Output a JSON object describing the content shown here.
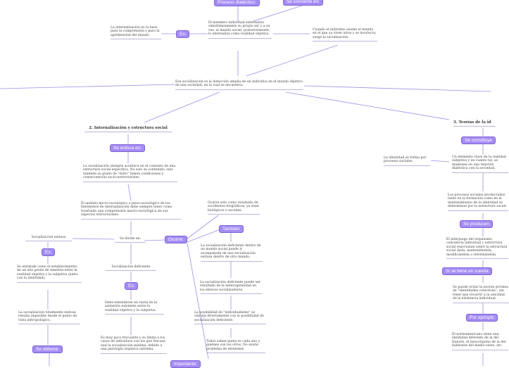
{
  "center": "Esa socialización es la inducción amplia de un individuo en el mundo objetivo de una sociedad, en la cual se encuentra:",
  "top": {
    "proceso_pill": "Proceso dialéctico:",
    "convierte_pill": "Se convierte en:",
    "es_pill": "Es:",
    "internalizacion": "La internalización es la base para la comprensión y para la aprehensión del mundo.",
    "miembro": "El miembro individual externaliza simultáneamente su propio ser y a su vez, al mundo social, posteriormente, lo internaliza como realidad objetiva.",
    "cuando": "Cuando el individuo asume el mundo en el que ya viven otros y se involucra, surge la socialización."
  },
  "section2": {
    "heading": "2. Internalización y estructura social",
    "enfoca_pill": "Se enfoca en:",
    "siempre": "La socialización siempre acontece en el contexto de una estructura social específica. No solo su contenido, sino también su grado de \"éxito\" tienen condiciones y consecuencias socio-estructurales.",
    "analisis": "El análisis micro-sociológico o psico-sociológico de los fenómenos de internalización debe siempre tener como trasfondo una comprensión macro-sociológica de sus aspectos estructurales.",
    "divide": "Se divide en:",
    "exitosa_label": "Socialización exitosa",
    "exitosa_es_pill": "Es:",
    "exitosa_def": "Se entiende como el establecimiento de un alto grado de simetría entre la realidad objetiva y la subjetiva (junto con la identidad).",
    "totalmente": "La socialización totalmente exitosa resulta imposible desde el punto de vista antropológico.",
    "obtiene_pill": "Se obtiene:",
    "deficiente_label": "Socialización deficiente",
    "deficiente_es_pill": "Es:",
    "asimetria": "Debe entenderse en razón de la asimetría existente entre la realidad objetiva y la subjetiva.",
    "es_muy_poco": "Es muy poco frecuente y se limita a los casos de individuos con los que fracasa aun la socialización mínima, debido a una patología orgánica extrema.",
    "ocurre_pill": "Ocurre:",
    "ocurre_accidentes": "Ocurre solo como resultado de accidentes biográficos, ya sean biológicos o sociales.",
    "tambien_pill": "También",
    "tambien_1": "La socialización deficiente dentro de un mundo social puede ir acompañada de una socialización exitosa dentro de otro mundo.",
    "tambien_2": "La socialización deficiente puede ser resultado de la heterogeneidad en los elencos socializadores.",
    "tambien_3": "La posibilidad de \"individualismo\" se vincula directamente con la posibilidad de socialización deficiente.",
    "saben": "Todos saben quién es cada uno y quiénes son los otros. No existe problema de identidad.",
    "bottom_pill": "Importante:"
  },
  "section3": {
    "heading": "3. Teorías de la id",
    "constituye_pill": "Se constituye",
    "identidad_forma": "La identidad se forma por procesos sociales.",
    "elemento_clave": "Un elemento clave de la realidad subjetiva y en cuanto tal, se mantiene en una relación dialéctica con la sociedad.",
    "procesos_sociales": "Los procesos sociales involucrados tanto en la formación como en el mantenimiento de la identidad se determinan por la estructura social.",
    "producen_pill": "Se producen",
    "interjuego": "El interjuego del organismo, conciencia individual y estructura social reaccionan sobre la estructura social dada, manteniéndola, modificándola o reformándola.",
    "tiene_pill": "Si se tiene en cuenta",
    "puede_evitar": "Se puede evitar la noción errónea de \"identidades colectivas\", sin tener que recurrir a la unicidad de la existencia individual.",
    "ejemplo_pill": "Por ejemplo",
    "norteamericano": "El norteamericano tiene una identidad diferente de la del francés, el neoyorquino de la del habitante del medio-oeste, etc."
  }
}
